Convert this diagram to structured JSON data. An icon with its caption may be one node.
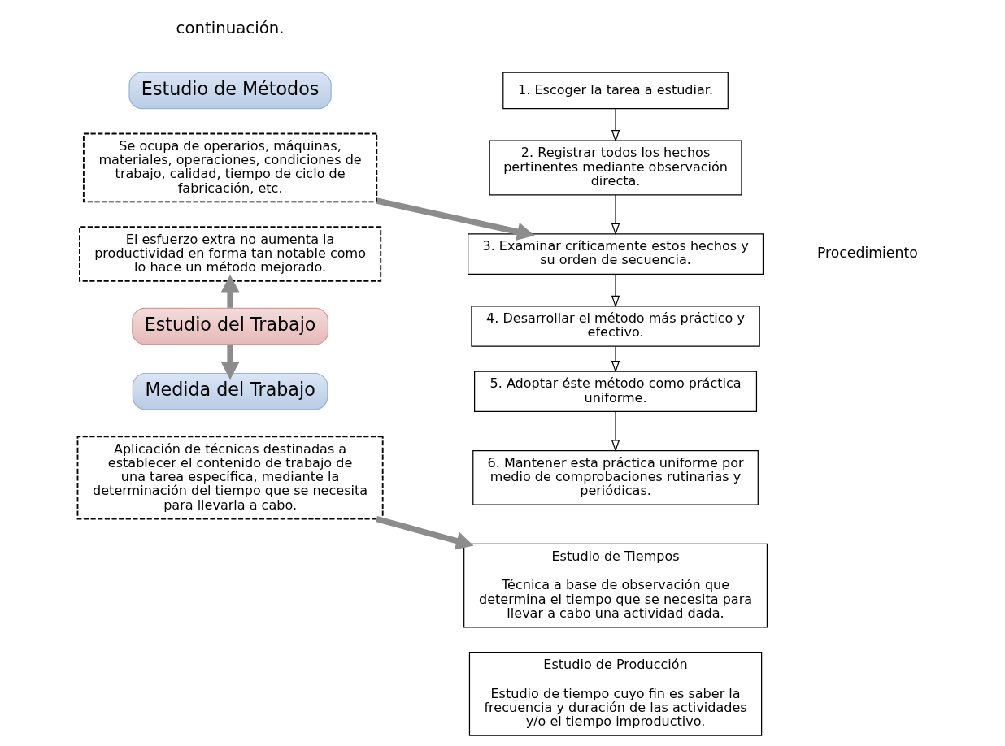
{
  "diagram": {
    "nodes": [
      {
        "text": [
          "Estudio de Métodos"
        ]
      },
      {
        "text": [
          "Se ocupa de operarios, máquinas, materiales, operaciones, condiciones de trabajo, calidad, tiempo de ciclo de fabricación, etc."
        ]
      },
      {
        "text": [
          "El esfuerzo extra no aumenta la productividad en forma tan notable como lo hace un método mejorado."
        ]
      },
      {
        "text": [
          "Estudio del Trabajo"
        ]
      },
      {
        "text": [
          "Medida del Trabajo"
        ]
      },
      {
        "text": [
          "Aplicación de técnicas destinadas a establecer el contenido de trabajo de una tarea específica, mediante la determinación del tiempo que se necesita para llevarla a cabo."
        ]
      },
      {
        "text": [
          "1. Escoger la tarea a estudiar."
        ]
      },
      {
        "text": [
          "2. Registrar todos los hechos pertinentes mediante observación directa."
        ]
      },
      {
        "text": [
          "3. Examinar críticamente estos hechos y su orden de secuencia."
        ]
      },
      {
        "text": [
          "4. Desarrollar el método más práctico y efectivo."
        ]
      },
      {
        "text": [
          "5. Adoptar éste método como práctica uniforme."
        ]
      },
      {
        "text": [
          "6. Mantener esta práctica uniforme por medio de comprobaciones rutinarias y periódicas."
        ]
      },
      {
        "text": [
          "Estudio de Tiempos",
          "Técnica a base de observación que determina el tiempo que se necesita para llevar a cabo una actividad dada."
        ]
      },
      {
        "text": [
          "Estudio de Producción",
          "Estudio de tiempo cuyo fin es saber la frecuencia y duración de las actividades y/o el tiempo improductivo."
        ]
      }
    ],
    "edges": [
      {
        "from": 3,
        "to": 2,
        "arrow": "to",
        "style": "thick",
        "color": "#8c8c8c"
      },
      {
        "from": 3,
        "to": 4,
        "arrow": "to",
        "style": "thick",
        "color": "#8c8c8c"
      },
      {
        "from": 1,
        "to": 8,
        "arrow": "to",
        "style": "thick",
        "color": "#8c8c8c"
      },
      {
        "from": 5,
        "to": 12,
        "arrow": "to",
        "style": "thick",
        "color": "#8c8c8c"
      },
      {
        "from": 6,
        "to": 7,
        "arrow": "to"
      },
      {
        "from": 7,
        "to": 8,
        "arrow": "to"
      },
      {
        "from": 8,
        "to": 9,
        "arrow": "to"
      },
      {
        "from": 9,
        "to": 10,
        "arrow": "to"
      },
      {
        "from": 10,
        "to": 11,
        "arrow": "to"
      }
    ],
    "labels": [
      "continuación.",
      "Procedimiento"
    ]
  }
}
